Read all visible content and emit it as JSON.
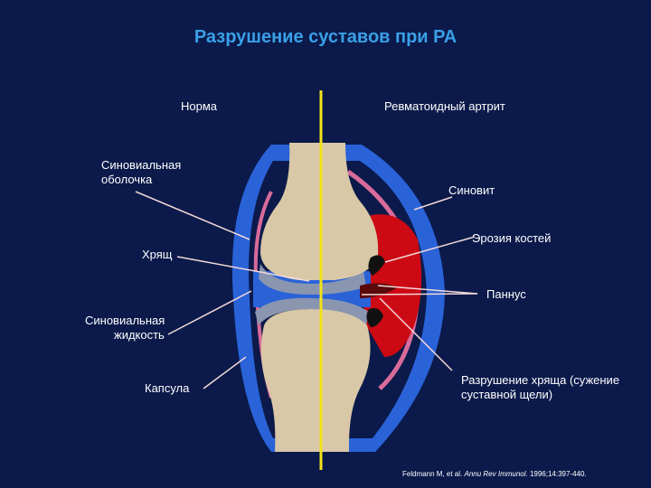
{
  "title": "Разрушение суставов при РА",
  "labels": {
    "normal": "Норма",
    "ra": "Ревматоидный артрит",
    "synovial_membrane_l1": "Синовиальная",
    "synovial_membrane_l2": "оболочка",
    "cartilage": "Хрящ",
    "synovial_fluid_l1": "Синовиальная",
    "synovial_fluid_l2": "жидкость",
    "capsule": "Капсула",
    "synovitis": "Синовит",
    "bone_erosion": "Эрозия костей",
    "pannus": "Паннус",
    "cartilage_destruction_l1": "Разрушение хряща (сужение",
    "cartilage_destruction_l2": "суставной щели)"
  },
  "citation": {
    "authors": "Feldmann M, et al. ",
    "journal": "Annu Rev Immunol",
    "rest": ". 1996;14:397-440."
  },
  "colors": {
    "background": "#0b1a4a",
    "title": "#3aa0e8",
    "capsule": "#2a62d8",
    "synovial_membrane": "#d86b9a",
    "bone": "#d9c8a8",
    "cartilage": "#8a96b0",
    "synovitis": "#cc0a14",
    "divider": "#f2e21a"
  }
}
